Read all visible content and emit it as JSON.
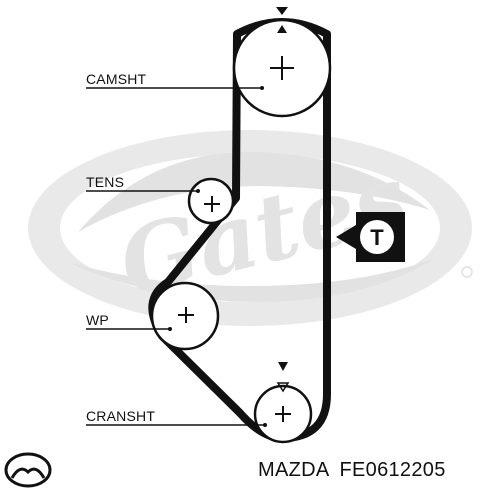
{
  "diagram": {
    "labels": {
      "camshaft": "CAMSHT",
      "tensioner": "TENS",
      "water_pump": "WP",
      "crankshaft": "CRANSHT"
    },
    "tensioner_badge": "T"
  },
  "footer": {
    "brand": "MAZDA",
    "part_number": "FE0612205"
  },
  "icons": {
    "brand_logo": "mazda-logo-icon",
    "watermark": "gates-watermark-icon",
    "timing_mark": "triangle-marker-icon"
  },
  "colors": {
    "line": "#111111",
    "watermark": "#e4e4e4",
    "background": "#ffffff"
  }
}
